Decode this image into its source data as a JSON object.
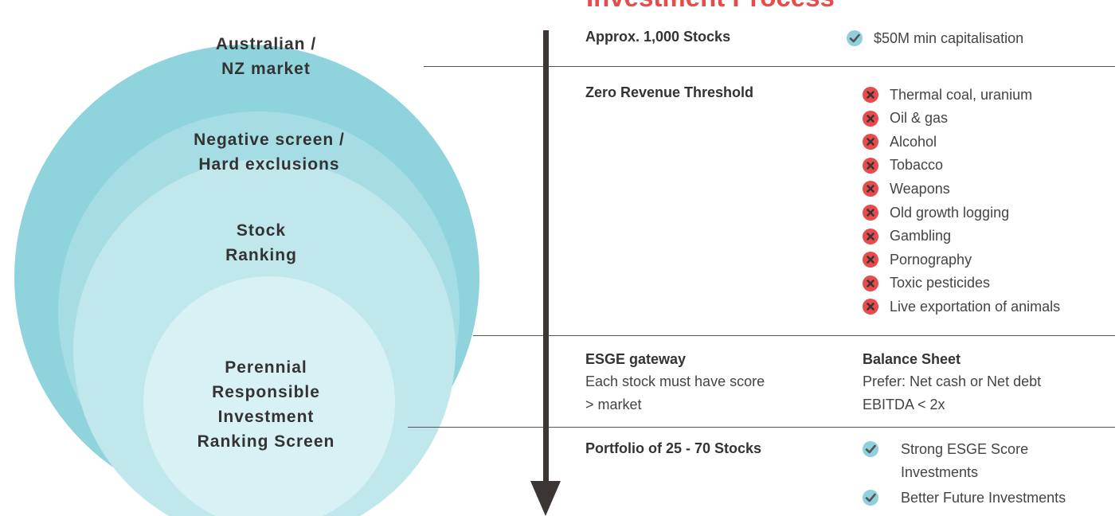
{
  "title": "Investment Process",
  "colors": {
    "title": "#e84b4b",
    "circle_outer": "#8fd3dd",
    "circle_2": "#a6dde5",
    "circle_3": "#bfe7ec",
    "circle_inner": "#d8f1f4",
    "arrow": "#3b3534",
    "check": "#8fd0dc",
    "cross": "#e84b4b"
  },
  "circles": [
    {
      "line1": "Australian /",
      "line2": "NZ market"
    },
    {
      "line1": "Negative screen /",
      "line2": "Hard exclusions"
    },
    {
      "line1": "Stock",
      "line2": "Ranking"
    },
    {
      "line1": "Perennial",
      "line2": "Responsible",
      "line3": "Investment",
      "line4": "Ranking Screen"
    }
  ],
  "stages": {
    "stage1": {
      "label": "Approx. 1,000 Stocks",
      "criteria": [
        {
          "icon": "check-icon",
          "text": "$50M min capitalisation"
        }
      ]
    },
    "stage2": {
      "label": "Zero Revenue Threshold",
      "exclusions": [
        {
          "icon": "x-icon",
          "text": "Thermal coal, uranium"
        },
        {
          "icon": "x-icon",
          "text": "Oil & gas"
        },
        {
          "icon": "x-icon",
          "text": "Alcohol"
        },
        {
          "icon": "x-icon",
          "text": "Tobacco"
        },
        {
          "icon": "x-icon",
          "text": "Weapons"
        },
        {
          "icon": "x-icon",
          "text": "Old growth logging"
        },
        {
          "icon": "x-icon",
          "text": "Gambling"
        },
        {
          "icon": "x-icon",
          "text": "Pornography"
        },
        {
          "icon": "x-icon",
          "text": "Toxic pesticides"
        },
        {
          "icon": "x-icon",
          "text": "Live exportation of animals"
        }
      ]
    },
    "stage3": {
      "label": "ESGE gateway",
      "desc_line1": "Each stock must have score",
      "desc_line2": "> market",
      "right_label": "Balance Sheet",
      "right_line1": "Prefer: Net cash or Net debt",
      "right_line2": "EBITDA < 2x"
    },
    "stage4": {
      "label": "Portfolio of 25 - 70 Stocks",
      "outcomes": [
        {
          "icon": "check-icon",
          "line1": "Strong ESGE Score",
          "line2": "Investments"
        },
        {
          "icon": "check-icon",
          "line1": "Better Future Investments"
        }
      ]
    }
  }
}
